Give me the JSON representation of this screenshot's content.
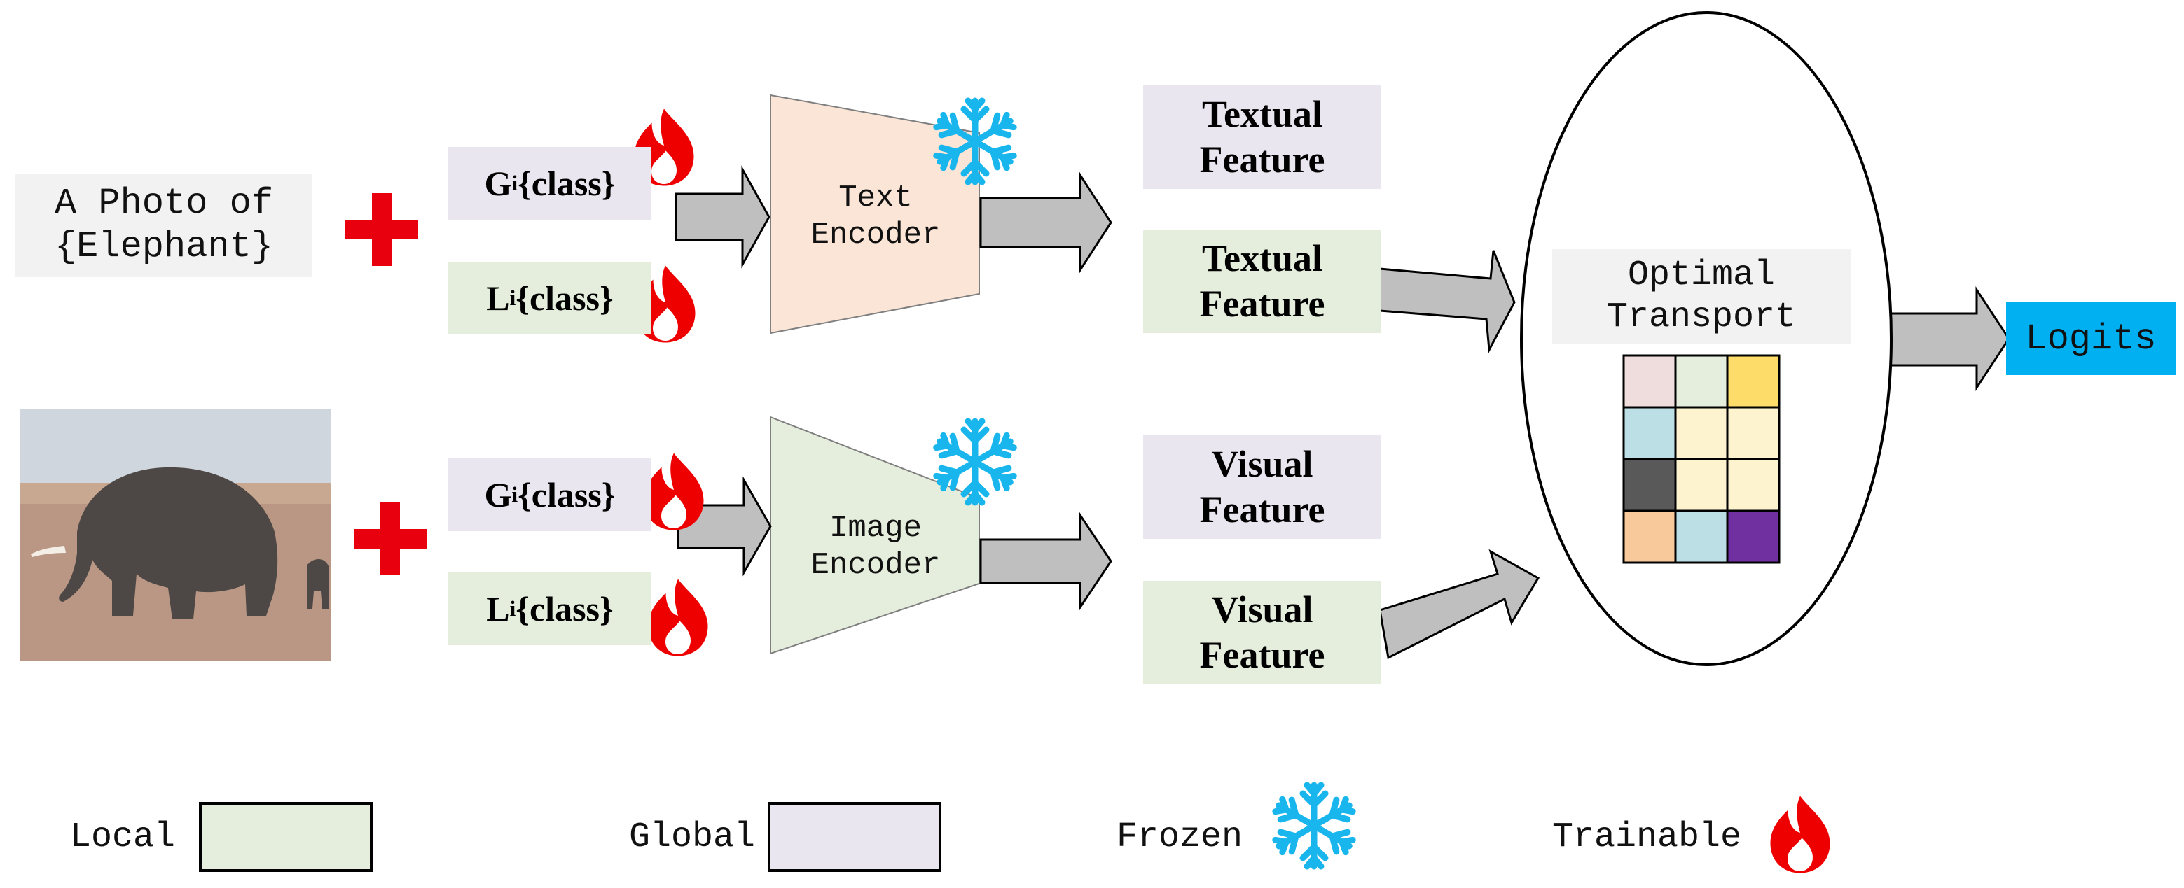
{
  "prompt": {
    "line1": "A Photo of",
    "line2": "{Elephant}"
  },
  "text_branch": {
    "global_letter": "G",
    "global_sub": "i",
    "global_rest": "{class}",
    "local_letter": "L",
    "local_sub": "i",
    "local_rest": "{class}",
    "encoder_line1": "Text",
    "encoder_line2": "Encoder"
  },
  "image_branch": {
    "global_letter": "G",
    "global_sub": "i",
    "global_rest": "{class}",
    "local_letter": "L",
    "local_sub": "i",
    "local_rest": "{class}",
    "encoder_line1": "Image",
    "encoder_line2": "Encoder"
  },
  "features": {
    "textual_global": [
      "Textual",
      "Feature"
    ],
    "textual_local": [
      "Textual",
      "Feature"
    ],
    "visual_global": [
      "Visual",
      "Feature"
    ],
    "visual_local": [
      "Visual",
      "Feature"
    ]
  },
  "ot": {
    "line1": "Optimal",
    "line2": "Transport"
  },
  "ot_matrix": [
    [
      "#efdcdc",
      "#e5eedc",
      "#fddc6a"
    ],
    [
      "#bcdfe6",
      "#fef3cf",
      "#fef3cf"
    ],
    [
      "#595959",
      "#fef3cf",
      "#fef3cf"
    ],
    [
      "#f8c99a",
      "#bcdfe6",
      "#7030a0"
    ]
  ],
  "output": "Logits",
  "legend": {
    "local": "Local",
    "global": "Global",
    "frozen": "Frozen",
    "trainable": "Trainable"
  },
  "colors": {
    "local": "#e5eedc",
    "global": "#e9e6ef",
    "text_encoder": "#fbe5d6",
    "image_encoder": "#e5eedc",
    "plus": "#e8000f",
    "fire": "#ee0000",
    "snowflake": "#19b6ee",
    "logits": "#00b0f0",
    "arrow": "#bfbfbf"
  },
  "icons": [
    "plus-icon",
    "fire-icon",
    "snowflake-icon",
    "elephant-photo"
  ]
}
